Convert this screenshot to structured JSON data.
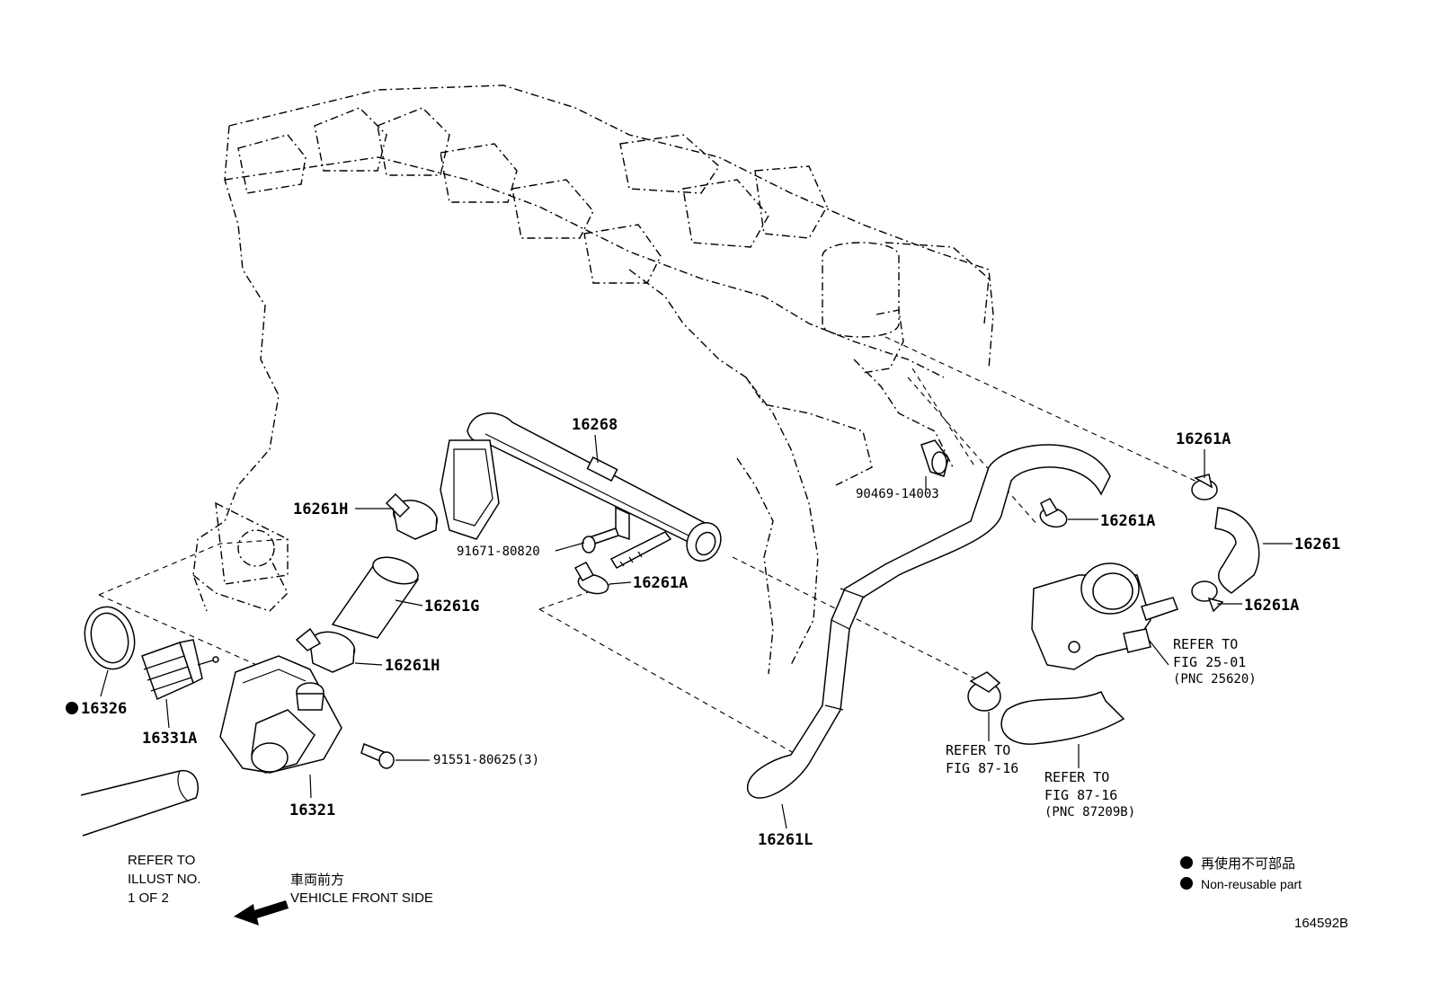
{
  "parts": {
    "p16268": "16268",
    "p16261H_top": "16261H",
    "p16261G": "16261G",
    "p16261H_bottom": "16261H",
    "p91671": "91671-80820",
    "p16261A_mid": "16261A",
    "p90469": "90469-14003",
    "p16261A_upper": "16261A",
    "p16261A_right_top": "16261A",
    "p16261": "16261",
    "p16261A_right_bottom": "16261A",
    "p16326": "16326",
    "p16331A": "16331A",
    "p91551": "91551-80625(3)",
    "p16321": "16321",
    "p16261L": "16261L",
    "p164592B": "164592B"
  },
  "refs": {
    "illust": [
      "REFER TO",
      "ILLUST NO.",
      "1 OF 2"
    ],
    "fig2501": [
      "REFER TO",
      "FIG 25-01",
      "(PNC 25620)"
    ],
    "fig8716a": [
      "REFER TO",
      "FIG 87-16"
    ],
    "fig8716b": [
      "REFER TO",
      "FIG 87-16",
      "(PNC 87209B)"
    ]
  },
  "direction": {
    "jp": "車両前方",
    "en": "VEHICLE FRONT SIDE"
  },
  "legend": {
    "jp": "再使用不可部品",
    "en": "Non-reusable part"
  },
  "icons": {
    "bullet": "filled-circle-icon",
    "arrow": "front-direction-arrow-icon"
  }
}
